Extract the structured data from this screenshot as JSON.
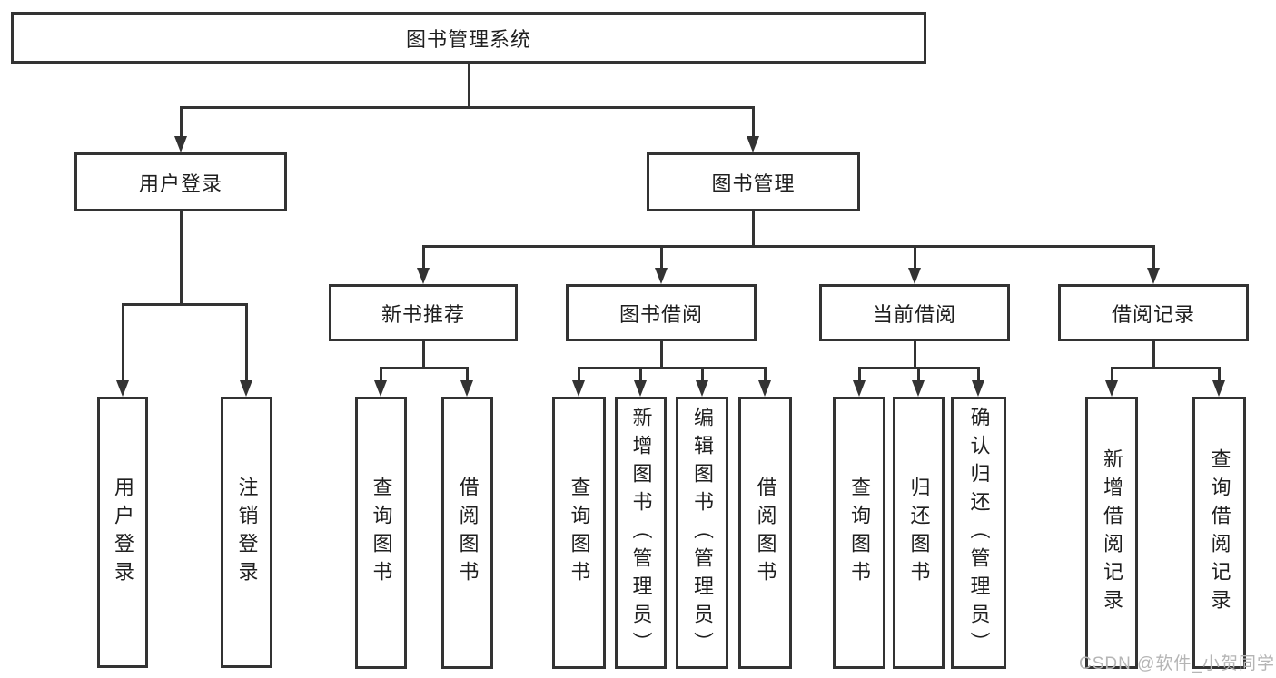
{
  "tree": {
    "root": {
      "label": "图书管理系统",
      "children": [
        {
          "label": "用户登录",
          "children": [
            {
              "label": "用户登录"
            },
            {
              "label": "注销登录"
            }
          ]
        },
        {
          "label": "图书管理",
          "children": [
            {
              "label": "新书推荐",
              "children": [
                {
                  "label": "查询图书"
                },
                {
                  "label": "借阅图书"
                }
              ]
            },
            {
              "label": "图书借阅",
              "children": [
                {
                  "label": "查询图书"
                },
                {
                  "label": "新增图书（管理员）"
                },
                {
                  "label": "编辑图书（管理员）"
                },
                {
                  "label": "借阅图书"
                }
              ]
            },
            {
              "label": "当前借阅",
              "children": [
                {
                  "label": "查询图书"
                },
                {
                  "label": "归还图书"
                },
                {
                  "label": "确认归还（管理员）"
                }
              ]
            },
            {
              "label": "借阅记录",
              "children": [
                {
                  "label": "新增借阅记录"
                },
                {
                  "label": "查询借阅记录"
                }
              ]
            }
          ]
        }
      ]
    }
  },
  "watermark": {
    "text": "CSDN @软件_小贺同学"
  },
  "colors": {
    "line": "#333333",
    "text": "#1f1f1f",
    "watermark": "#b5b5b5",
    "background": "#ffffff"
  }
}
